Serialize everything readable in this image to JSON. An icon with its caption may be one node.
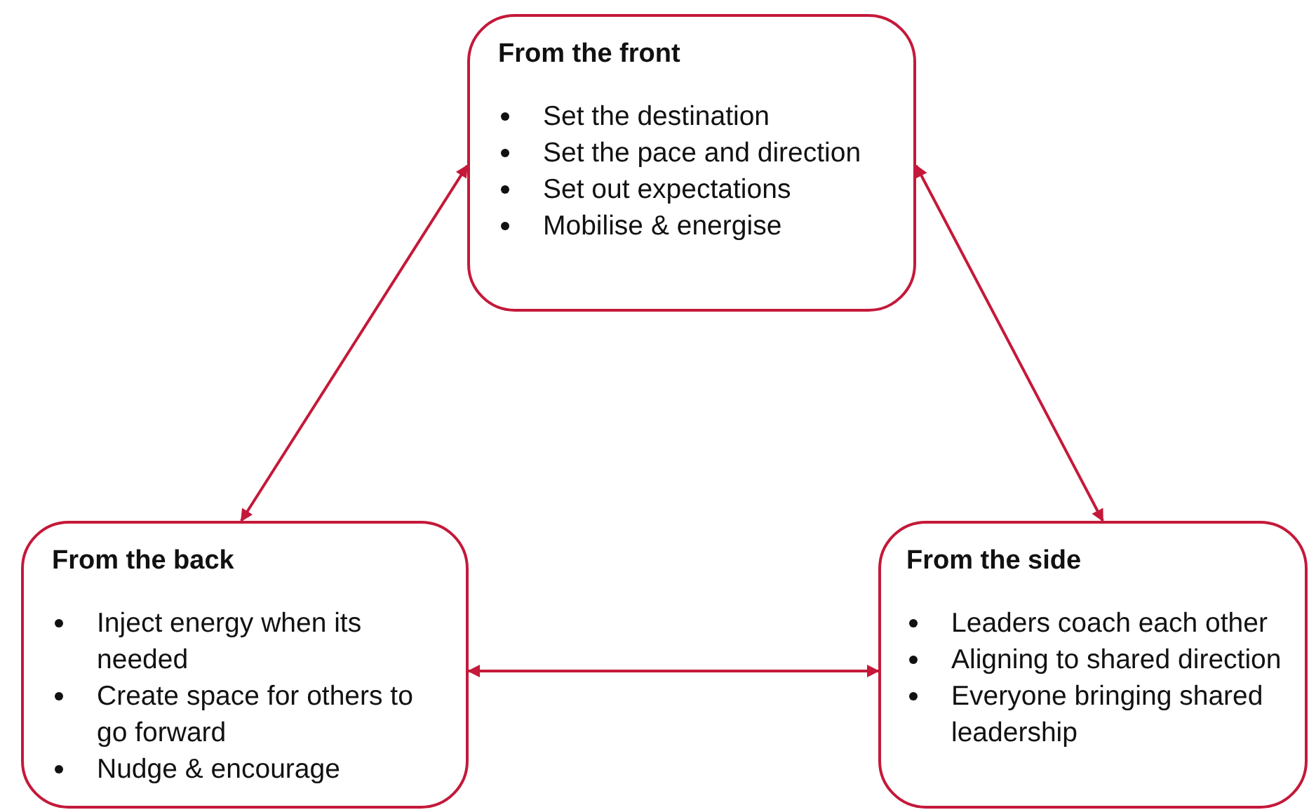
{
  "diagram": {
    "nodes": [
      {
        "text": [
          "From the front",
          "Set the destination",
          "Set the pace and direction",
          "Set out expectations",
          "Mobilise & energise"
        ]
      },
      {
        "text": [
          "From the back",
          "Inject energy when its needed",
          "Create space for others to go forward",
          "Nudge & encourage"
        ]
      },
      {
        "text": [
          "From the side",
          "Leaders coach each other",
          "Aligning to shared direction",
          "Everyone bringing shared leadership"
        ]
      }
    ],
    "edges": [
      {
        "from": 0,
        "to": 1,
        "arrow": "both"
      },
      {
        "from": 0,
        "to": 2,
        "arrow": "both"
      },
      {
        "from": 1,
        "to": 2,
        "arrow": "both"
      }
    ]
  }
}
